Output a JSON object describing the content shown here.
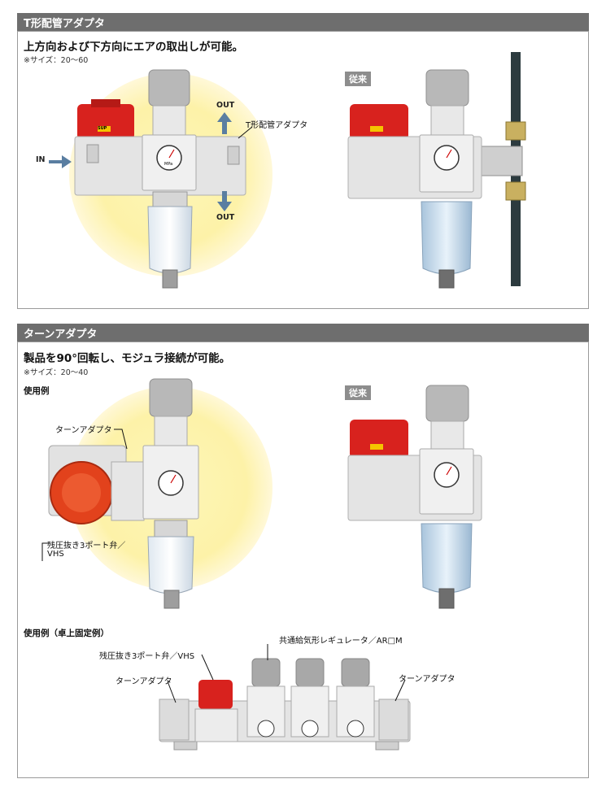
{
  "sections": [
    {
      "title": "T形配管アダプタ",
      "headline": "上方向および下方向にエアの取出しが可能。",
      "note": "※サイズ：20～60",
      "callout": "T形配管アダプタ",
      "flow": {
        "in": "IN",
        "out_top": "OUT",
        "out_bottom": "OUT"
      },
      "compare_tag": "従来",
      "product_marks": {
        "sup": "SUP",
        "gauge_unit": "MPa"
      }
    },
    {
      "title": "ターンアダプタ",
      "headline": "製品を90°回転し、モジュラ接続が可能。",
      "note": "※サイズ：20～40",
      "usage_label": "使用例",
      "callout_turn": "ターンアダプタ",
      "callout_valve_line1": "残圧抜き3ポート弁／",
      "callout_valve_line2": "VHS",
      "compare_tag": "従来",
      "usage2_label": "使用例（卓上固定例）",
      "usage2_callouts": {
        "regulator": "共通給気形レギュレータ／AR□M",
        "valve": "残圧抜き3ポート弁／VHS",
        "turn_left": "ターンアダプタ",
        "turn_right": "ターンアダプタ"
      }
    }
  ],
  "colors": {
    "bar": "#6e6e6e",
    "highlight": "#fdf3a6",
    "valve_red": "#d8221e",
    "body_gray": "#e2e2e2",
    "arrow_blue": "#5a7ea1",
    "tag_gray": "#8d8d8d"
  }
}
